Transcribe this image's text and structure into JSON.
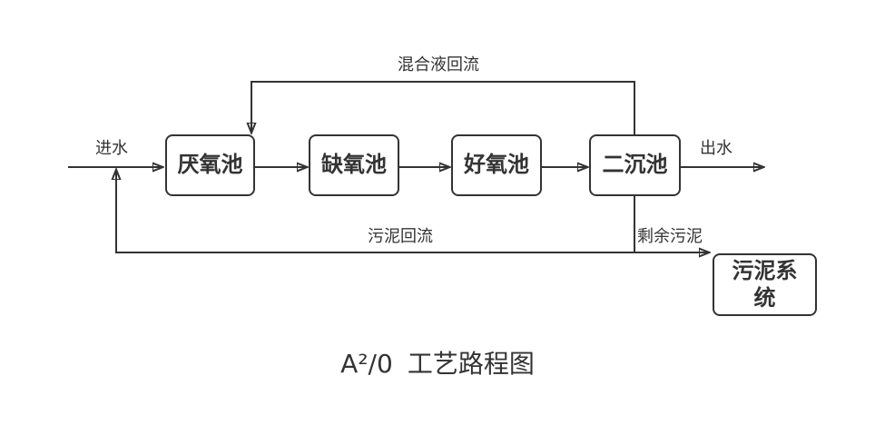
{
  "diagram": {
    "title": {
      "prefix": "A²/0",
      "suffix": "工艺路程图"
    },
    "boxes": [
      {
        "id": "anaerobic-tank",
        "label": "厌氧池"
      },
      {
        "id": "anoxic-tank",
        "label": "缺氧池"
      },
      {
        "id": "aerobic-tank",
        "label": "好氧池"
      },
      {
        "id": "secondary-clarifier",
        "label": "二沉池"
      },
      {
        "id": "sludge-system",
        "label": "污泥系统"
      }
    ],
    "flow_labels": {
      "influent": "进水",
      "effluent": "出水",
      "mixed_liquor_recycle": "混合液回流",
      "sludge_return": "污泥回流",
      "excess_sludge": "剩余污泥"
    },
    "colors": {
      "stroke": "#333333",
      "text": "#333333",
      "background": "#ffffff"
    }
  }
}
